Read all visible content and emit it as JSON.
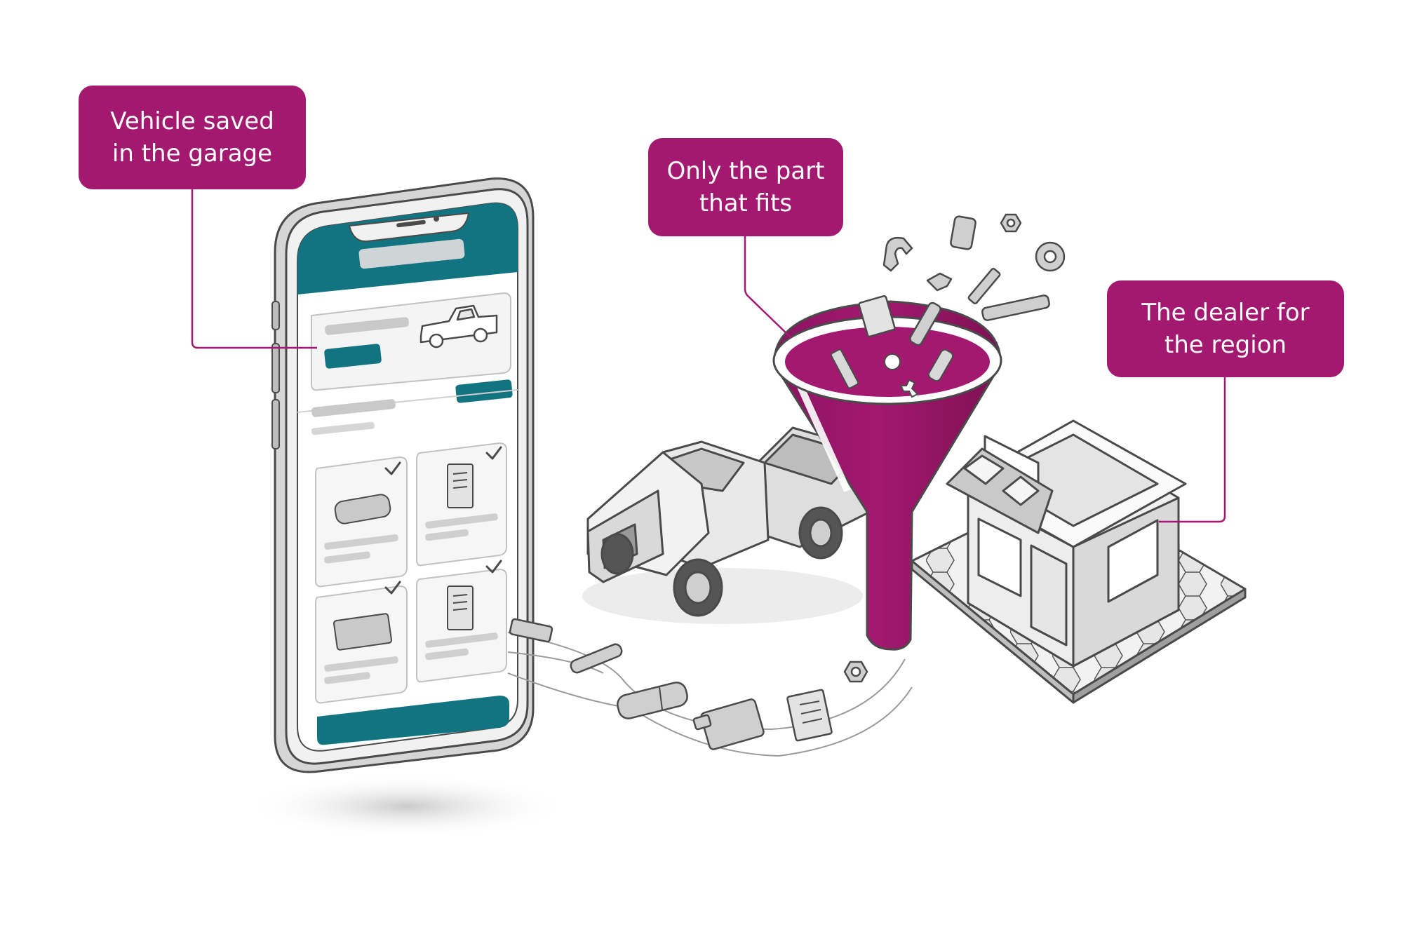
{
  "colors": {
    "accent": "#A3196F",
    "accent_dark": "#7E1054",
    "teal": "#127480",
    "line": "#4A4A4A",
    "light_gray": "#EDEDED",
    "mid_gray": "#C9C9C9"
  },
  "callouts": {
    "garage": "Vehicle saved\nin the garage",
    "fit": "Only the part\nthat fits",
    "dealer": "The dealer for\nthe region"
  },
  "icons": [
    "smartphone-icon",
    "pickup-truck-icon",
    "funnel-icon",
    "storefront-icon",
    "bolt-icon",
    "nut-icon",
    "spark-plug-icon",
    "spring-icon",
    "oil-can-icon",
    "document-icon",
    "battery-icon",
    "muffler-icon",
    "gear-icon",
    "bracket-icon",
    "check-icon"
  ]
}
